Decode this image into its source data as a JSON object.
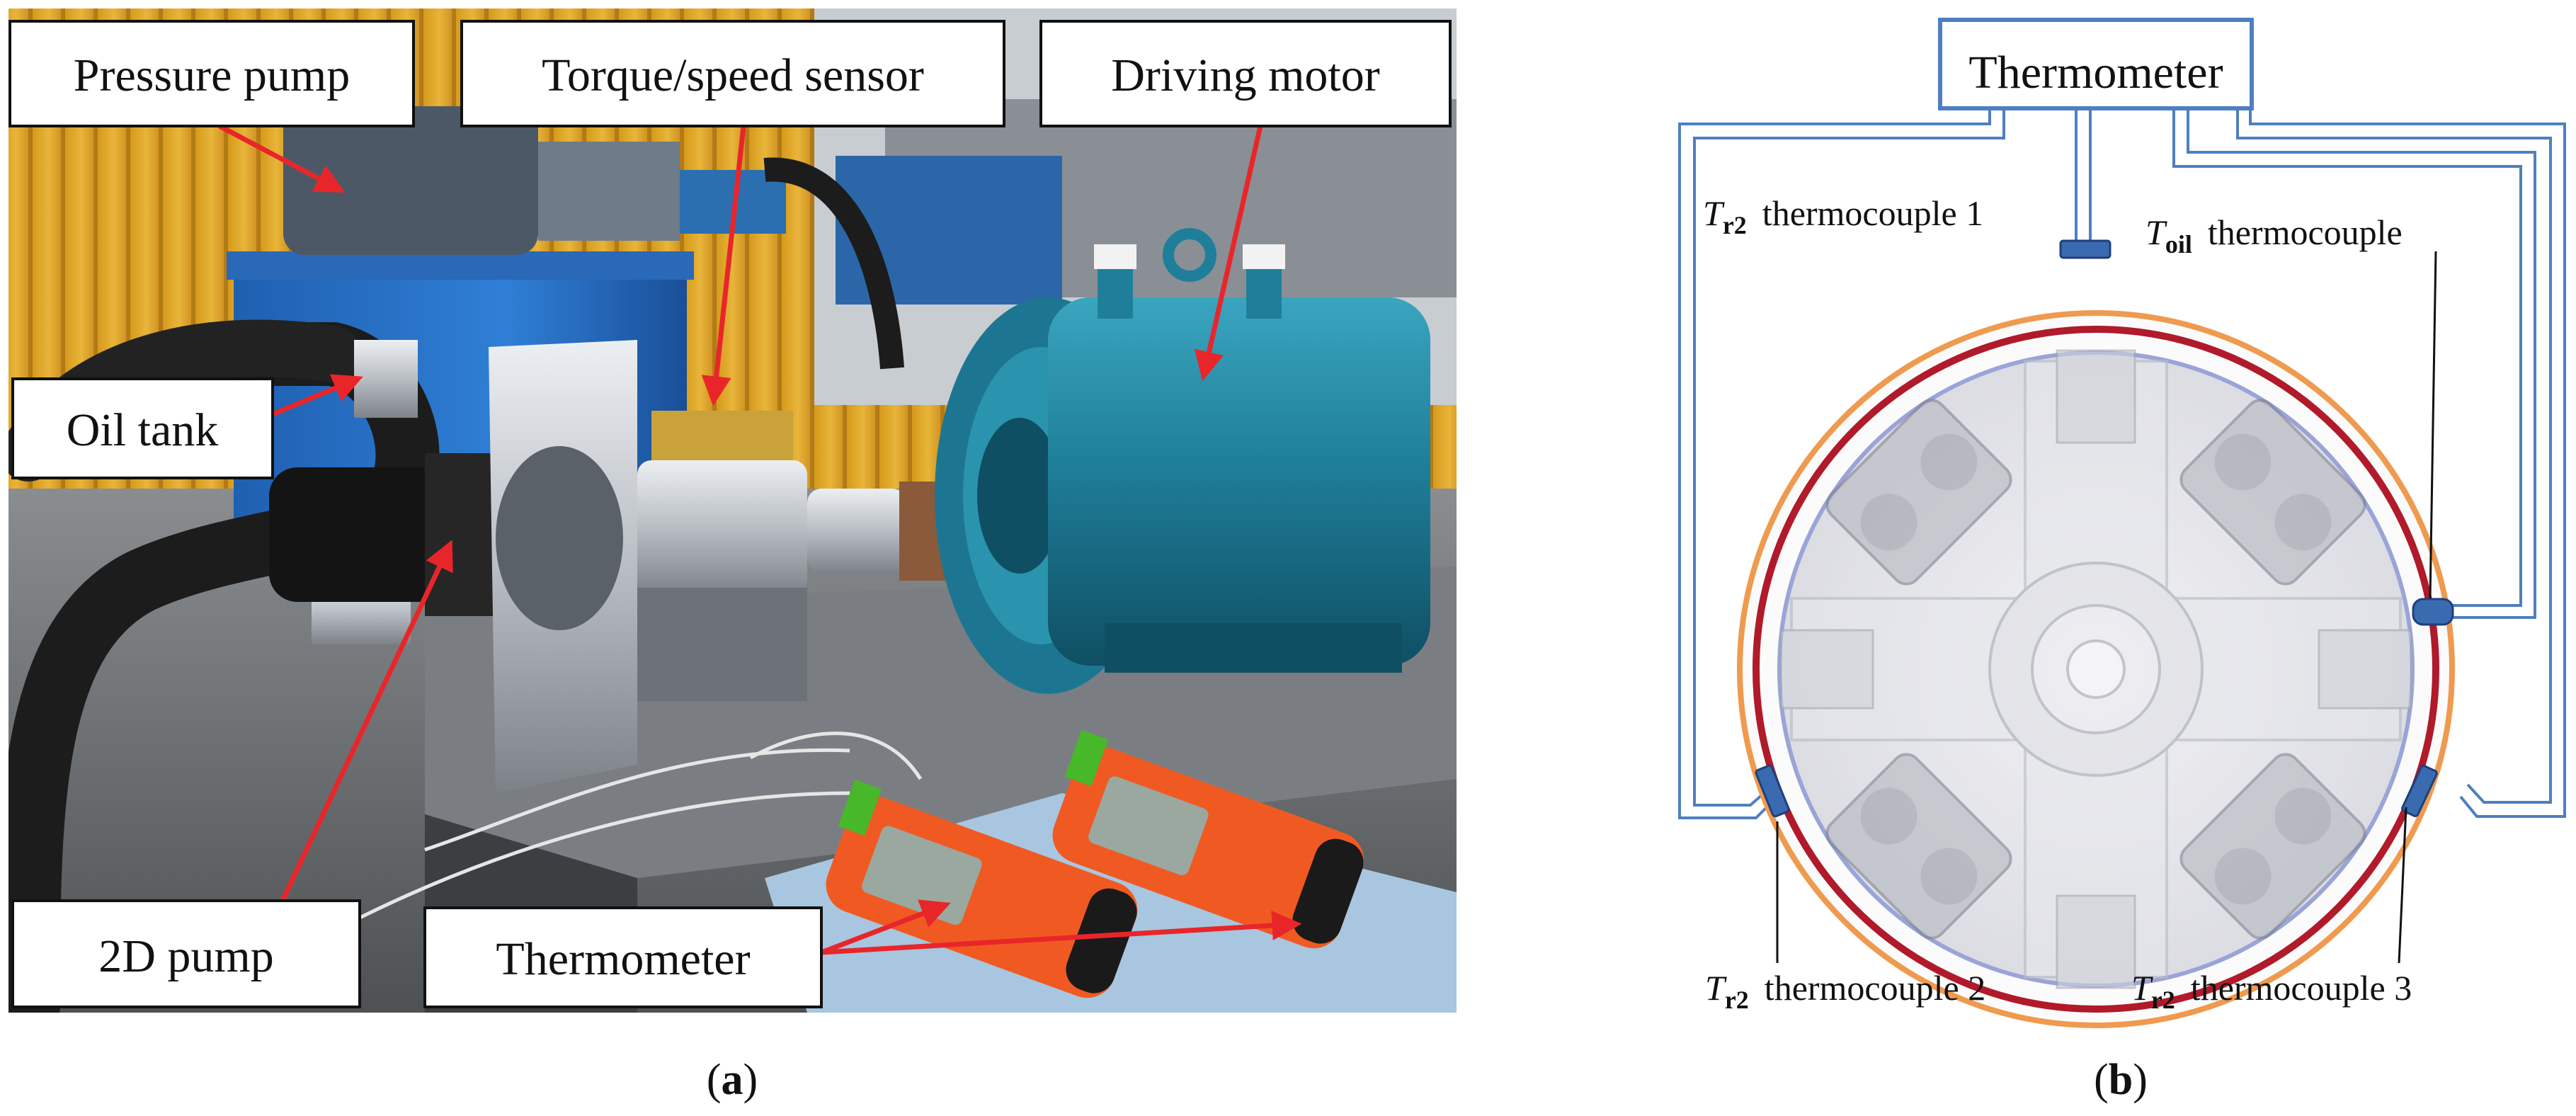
{
  "panel_a": {
    "labels": {
      "pressure_pump": "Pressure pump",
      "torque_sensor": "Torque/speed sensor",
      "driving_motor": "Driving motor",
      "oil_tank": "Oil tank",
      "pump_2d": "2D pump",
      "thermometer": "Thermometer"
    },
    "caption": {
      "open": "(",
      "letter": "a",
      "close": ")"
    }
  },
  "panel_b": {
    "thermometer_label": "Thermometer",
    "thermocouples": {
      "tc1": {
        "symbol": "T",
        "subscript": "r2",
        "text": "thermocouple 1"
      },
      "tc_oil": {
        "symbol": "T",
        "subscript": "oil",
        "text": "thermocouple"
      },
      "tc2": {
        "symbol": "T",
        "subscript": "r2",
        "text": "thermocouple 2"
      },
      "tc3": {
        "symbol": "T",
        "subscript": "r2",
        "text": "thermocouple 3"
      }
    },
    "caption": {
      "open": "(",
      "letter": "b",
      "close": ")"
    }
  },
  "colors": {
    "arrow_red": "#e8262a",
    "wire_blue": "#4f7fc0",
    "sensor_blue": "#3a6ab0",
    "outer_ring_orange": "#ef9a4e",
    "inner_ring_red": "#b01a2a",
    "housing_lavender": "#9aa4d8",
    "motor_teal": "#1f7f9a",
    "tank_blue": "#2a72c9",
    "thermo_orange": "#f05a22"
  }
}
